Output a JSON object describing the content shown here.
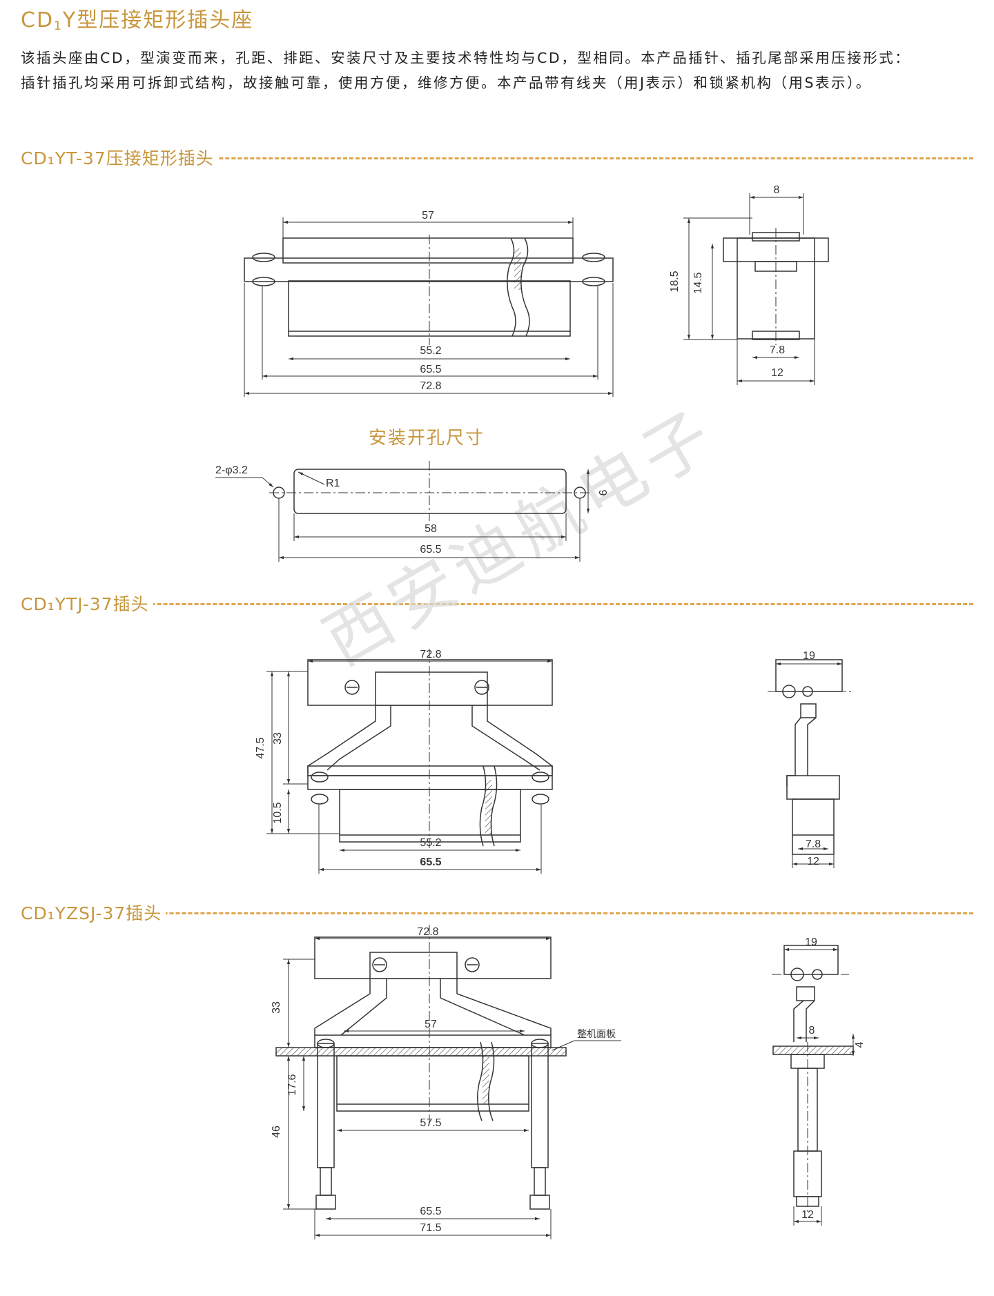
{
  "page": {
    "title_prefix": "CD",
    "title_sub": "1",
    "title_rest": "Y型压接矩形插头座",
    "intro_line1": "该插头座由CD，型演变而来，孔距、排距、安装尺寸及主要技术特性均与CD，型相同。本产品插针、插孔尾部采用压接形式：",
    "intro_line2": "插针插孔均采用可拆卸式结构，故接触可靠，使用方便，维修方便。本产品带有线夹（用J表示）和锁紧机构（用S表示）。"
  },
  "watermark": "西安迪航电子",
  "sections": [
    {
      "label": "CD₁YT-37压接矩形插头"
    },
    {
      "label": "CD₁YTJ-37插头"
    },
    {
      "label": "CD₁YZSJ-37插头"
    }
  ],
  "mount_title": "安装开孔尺寸",
  "dims": {
    "s1": {
      "d57": "57",
      "d552": "55.2",
      "d655": "65.5",
      "d728": "72.8",
      "d8": "8",
      "d185": "18.5",
      "d145": "14.5",
      "d78": "7.8",
      "d12": "12"
    },
    "mount": {
      "holes": "2-φ3.2",
      "r": "R1",
      "d9": "9",
      "d58": "58",
      "d655": "65.5"
    },
    "s2": {
      "d728": "72.8",
      "d475": "47.5",
      "d33": "33",
      "d105": "10.5",
      "d552": "55.2",
      "d655": "65.5",
      "d19": "19",
      "d78": "7.8",
      "d12": "12"
    },
    "s3": {
      "d728": "72.8",
      "d33": "33",
      "d57": "57",
      "panel": "整机面板",
      "d176": "17.6",
      "d46": "46",
      "d575": "57.5",
      "d655": "65.5",
      "d715": "71.5",
      "d19": "19",
      "d8": "8",
      "d4": "4",
      "d12": "12"
    }
  }
}
